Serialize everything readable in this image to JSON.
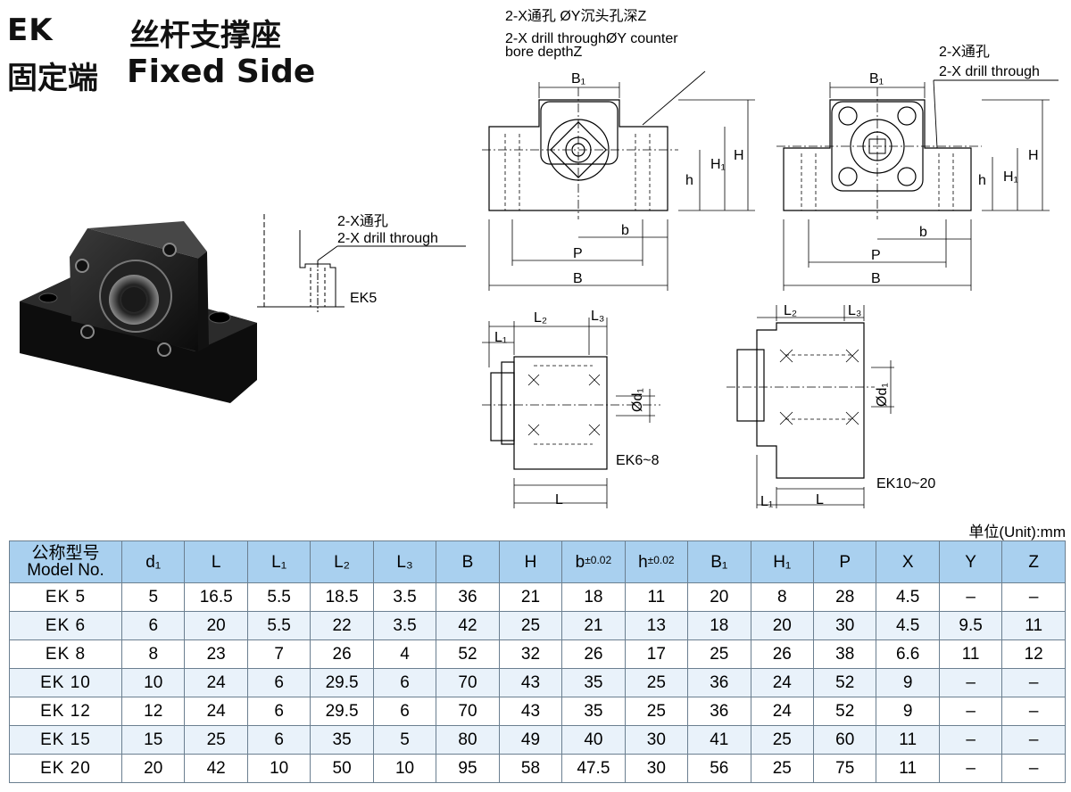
{
  "titles": {
    "ek": "EK",
    "ek_cn": "丝杆支撑座",
    "fixed_cn": "固定端",
    "fixed_en": "Fixed Side"
  },
  "notes": {
    "top_cn": "2-X通孔 ØY沉头孔深Z",
    "top_en1": "2-X drill throughØY counter",
    "top_en2": "bore depthZ",
    "right_cn": "2-X通孔",
    "right_en": "2-X drill through",
    "ek5_cn": "2-X通孔",
    "ek5_en": "2-X drill through",
    "ek5_label": "EK5",
    "ek68_label": "EK6~8",
    "ek1020_label": "EK10~20"
  },
  "dims": {
    "B1": "B₁",
    "H": "H",
    "H1": "H₁",
    "h": "h",
    "b": "b",
    "P": "P",
    "B": "B",
    "L": "L",
    "L1": "L₁",
    "L2": "L₂",
    "L3": "L₃",
    "d1": "Ød₁"
  },
  "unit": "单位(Unit):mm",
  "table": {
    "model_cn": "公称型号",
    "model_en": "Model No.",
    "columns": [
      "d₁",
      "L",
      "L₁",
      "L₂",
      "L₃",
      "B",
      "H",
      "b",
      "h",
      "B₁",
      "H₁",
      "P",
      "X",
      "Y",
      "Z"
    ],
    "tolerance": "±0.02",
    "rows": [
      [
        "EK  5",
        "5",
        "16.5",
        "5.5",
        "18.5",
        "3.5",
        "36",
        "21",
        "18",
        "11",
        "20",
        "8",
        "28",
        "4.5",
        "–",
        "–"
      ],
      [
        "EK  6",
        "6",
        "20",
        "5.5",
        "22",
        "3.5",
        "42",
        "25",
        "21",
        "13",
        "18",
        "20",
        "30",
        "4.5",
        "9.5",
        "11"
      ],
      [
        "EK  8",
        "8",
        "23",
        "7",
        "26",
        "4",
        "52",
        "32",
        "26",
        "17",
        "25",
        "26",
        "38",
        "6.6",
        "11",
        "12"
      ],
      [
        "EK 10",
        "10",
        "24",
        "6",
        "29.5",
        "6",
        "70",
        "43",
        "35",
        "25",
        "36",
        "24",
        "52",
        "9",
        "–",
        "–"
      ],
      [
        "EK 12",
        "12",
        "24",
        "6",
        "29.5",
        "6",
        "70",
        "43",
        "35",
        "25",
        "36",
        "24",
        "52",
        "9",
        "–",
        "–"
      ],
      [
        "EK 15",
        "15",
        "25",
        "6",
        "35",
        "5",
        "80",
        "49",
        "40",
        "30",
        "41",
        "25",
        "60",
        "11",
        "–",
        "–"
      ],
      [
        "EK 20",
        "20",
        "42",
        "10",
        "50",
        "10",
        "95",
        "58",
        "47.5",
        "30",
        "56",
        "25",
        "75",
        "11",
        "–",
        "–"
      ]
    ]
  }
}
